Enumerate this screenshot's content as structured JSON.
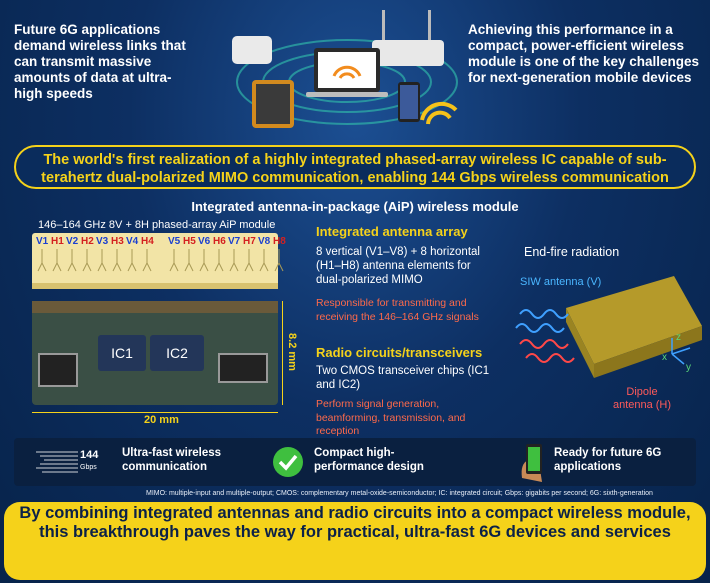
{
  "top_left_text": "Future 6G applications demand wireless links that can transmit massive amounts of data at ultra-high speeds",
  "top_right_text": "Achieving this performance in a compact, power-efficient wireless module is one of the key challenges for next-generation mobile devices",
  "banner": "The world's first realization of a highly integrated phased-array wireless IC capable of sub-terahertz dual-polarized MIMO communication, enabling 144 Gbps wireless communication",
  "module_title": "Integrated antenna-in-package (AiP) wireless module",
  "module_subtitle": "146–164 GHz 8V + 8H phased-array AiP module",
  "antenna_labels": [
    "V1",
    "H1",
    "V2",
    "H2",
    "V3",
    "H3",
    "V4",
    "H4",
    "V5",
    "H5",
    "V6",
    "H6",
    "V7",
    "H7",
    "V8",
    "H8"
  ],
  "chips": [
    "IC1",
    "IC2"
  ],
  "dim_width": "20 mm",
  "dim_height": "8.2 mm",
  "antenna_array": {
    "heading": "Integrated antenna array",
    "body": "8 vertical (V1–V8) + 8 horizontal (H1–H8) antenna elements for dual-polarized MIMO",
    "note": "Responsible for transmitting and receiving the 146–164 GHz signals"
  },
  "radio_circuits": {
    "heading": "Radio circuits/transceivers",
    "body": "Two CMOS transceiver chips (IC1 and IC2)",
    "note": "Perform signal generation, beamforming, transmission, and reception"
  },
  "radiation": {
    "title": "End-fire radiation",
    "siw": "SIW antenna (V)",
    "dipole": "Dipole antenna (H)",
    "axes": [
      "x",
      "y",
      "z"
    ]
  },
  "features": [
    {
      "badge_value": "144",
      "badge_unit": "Gbps",
      "text": "Ultra-fast wireless communication"
    },
    {
      "text": "Compact high-performance design"
    },
    {
      "text": "Ready for future 6G applications"
    }
  ],
  "footnote": "MIMO: multiple-input and multiple-output; CMOS: complementary metal-oxide-semiconductor; IC: integrated circuit; Gbps: gigabits per second; 6G: sixth-generation",
  "conclusion": "By combining integrated antennas and radio circuits into a compact wireless module, this breakthrough paves the way for practical, ultra-fast 6G devices and services",
  "colors": {
    "accent": "#f5d21a",
    "red_note": "#ff6a4a",
    "siw_blue": "#4ab6ff",
    "dipole_red": "#ff5a5a",
    "background": "#0d2f62"
  }
}
